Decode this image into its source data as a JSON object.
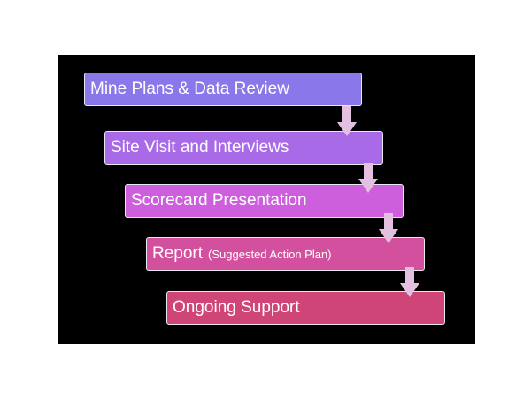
{
  "diagram": {
    "steps": [
      {
        "label": "Mine Plans & Data Review",
        "sublabel": "",
        "color": "#8a78ea"
      },
      {
        "label": "Site Visit and Interviews",
        "sublabel": "",
        "color": "#a86ae6"
      },
      {
        "label": "Scorecard Presentation",
        "sublabel": "",
        "color": "#cd5fdc"
      },
      {
        "label": "Report",
        "sublabel": "(Suggested Action Plan)",
        "color": "#d3509e"
      },
      {
        "label": "Ongoing Support",
        "sublabel": "",
        "color": "#cf4577"
      }
    ],
    "arrow_color": "#e3bfe0"
  }
}
